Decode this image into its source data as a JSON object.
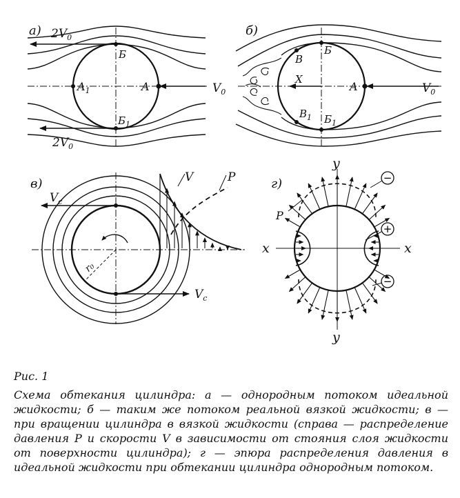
{
  "panel_a": {
    "letter": "а)",
    "labels": {
      "v_top": "2V",
      "sub_top": "0",
      "v_bottom": "2V",
      "sub_bottom": "0",
      "B": "Б",
      "B1": "Б",
      "B1_sub": "1",
      "A": "A",
      "A1": "A",
      "A1_sub": "1",
      "V0": "V",
      "V0_sub": "0"
    }
  },
  "panel_b": {
    "letter": "б)",
    "labels": {
      "V": "В",
      "V1": "В",
      "V1_sub": "1",
      "B": "Б",
      "B1": "Б",
      "B1_sub": "1",
      "A": "A",
      "X": "X",
      "V0": "V",
      "V0_sub": "0"
    }
  },
  "panel_v": {
    "letter": "в)",
    "labels": {
      "Vc_top": "V",
      "Vc_top_sub": "c",
      "Vc_bottom": "V",
      "Vc_bottom_sub": "c",
      "V": "V",
      "P": "P",
      "r0": "r₀"
    }
  },
  "panel_g": {
    "letter": "г)",
    "labels": {
      "y_top": "y",
      "y_bottom": "y",
      "x_left": "x",
      "x_right": "x",
      "P": "P",
      "minus1": "−",
      "plus": "+",
      "minus2": "−"
    }
  },
  "caption": {
    "title": "Рис. 1",
    "text": "Схема обтекания цилиндра: а — однородным потоком идеальной жидкости; б — таким же потоком реальной вязкой жидкости; в — при вращении цилиндра в вязкой жидкости (справа — распределение давления P и скорости V в зависимости от стояния слоя жидкости от поверхности цилиндра); г — эпюра распределения давления в идеальной жидкости при обтекании цилиндра однородным потоком."
  }
}
